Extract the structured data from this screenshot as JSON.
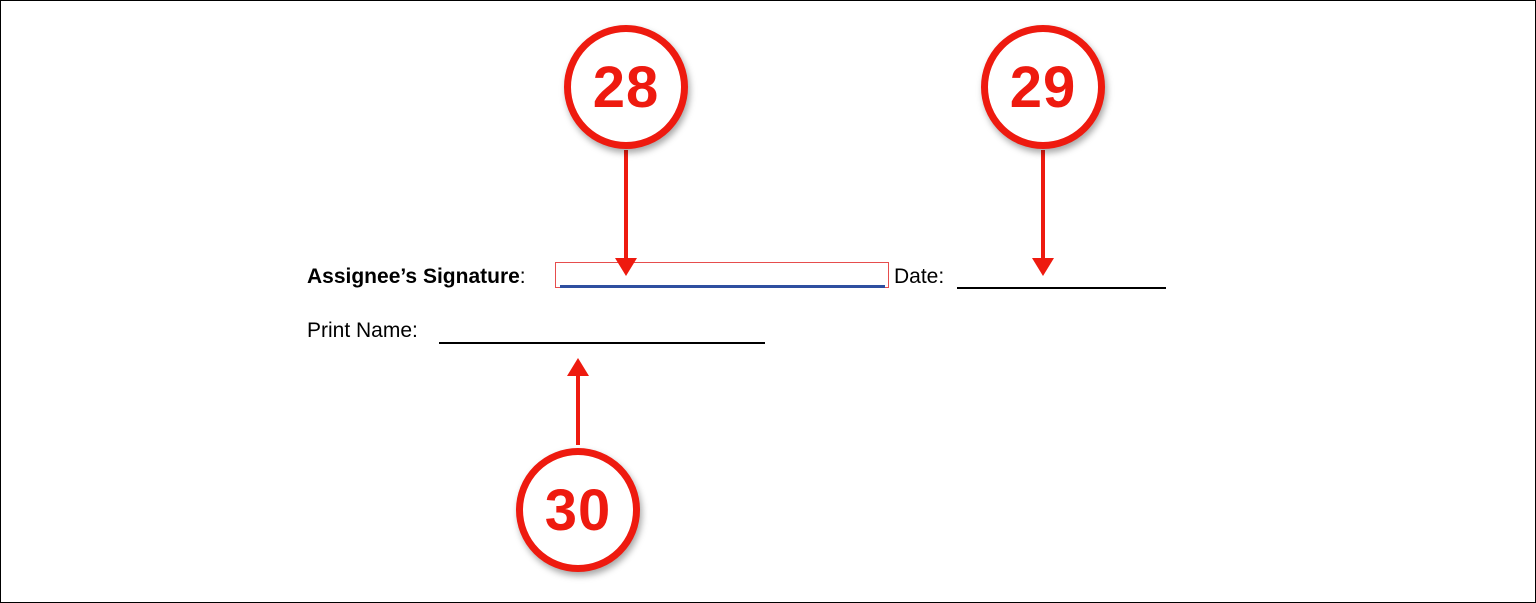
{
  "form": {
    "signature_label": "Assignee’s Signature",
    "signature_colon": ":",
    "date_label": "Date:",
    "print_name_label": "Print Name:"
  },
  "callouts": [
    {
      "number": "28",
      "target": "signature-field"
    },
    {
      "number": "29",
      "target": "date-field"
    },
    {
      "number": "30",
      "target": "print-name-field"
    }
  ],
  "colors": {
    "callout_red": "#ee1a0f",
    "field_border": "#e64d4d",
    "field_underline": "#2e4fa0"
  }
}
